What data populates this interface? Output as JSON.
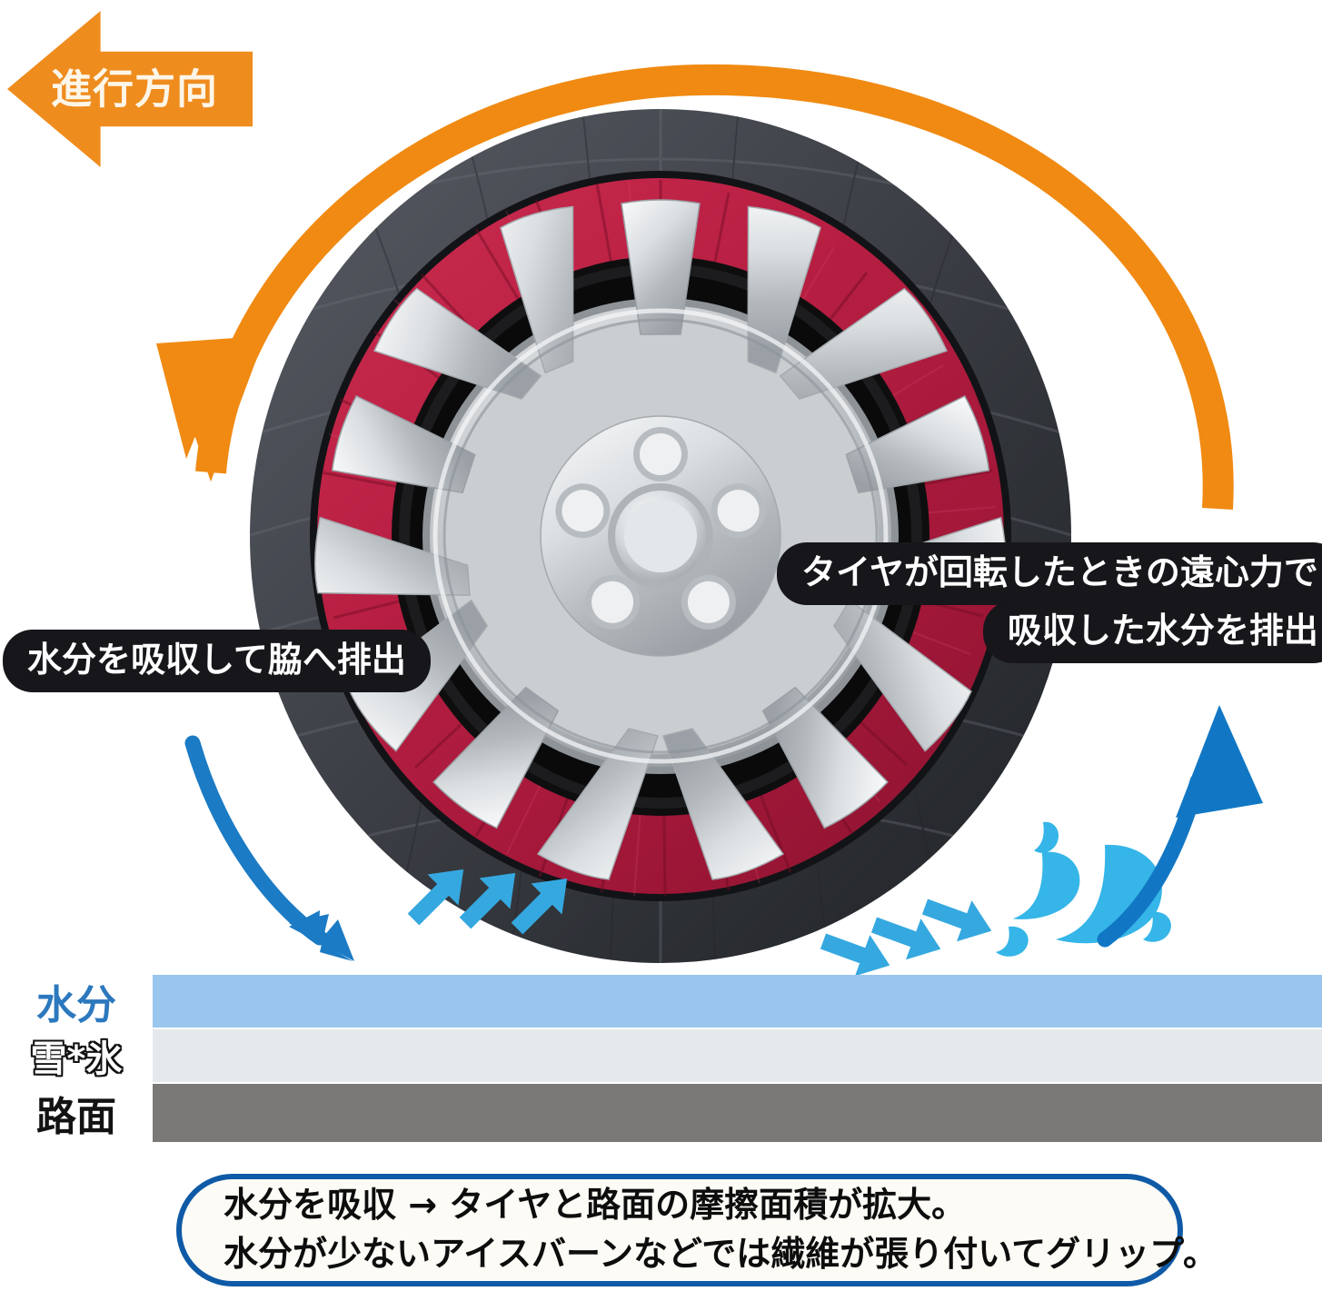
{
  "direction_arrow": {
    "label": "進行方向",
    "color": "#EF8C1E",
    "text_color": "#FDF6E8",
    "icon": "left-block-arrow-icon"
  },
  "rotation_arc": {
    "icon": "rotation-arc-arrow-icon",
    "color": "#F08A12",
    "meaning": "tire rotation direction"
  },
  "wheel": {
    "icon": "tire-with-fabric-snow-sock-icon",
    "sock_outer_color": "#4E5159",
    "sock_inner_color": "#B81F42",
    "tire_color": "#1A1A1A",
    "rim_color": "#BFC3C6",
    "spoke_count": 5,
    "lug_count": 5
  },
  "callouts": {
    "left": {
      "lines": [
        "水分を吸収して脇へ排出"
      ],
      "bg": "#17161a",
      "text_color": "#ffffff"
    },
    "right": {
      "lines": [
        "タイヤが回転したときの遠心力で",
        "吸収した水分を排出"
      ],
      "bg": "#17161a",
      "text_color": "#ffffff"
    }
  },
  "flow_arrows": {
    "left_big": {
      "icon": "curved-down-arrow-icon",
      "color": "#1B7BC4"
    },
    "left_small": {
      "icon": "up-right-arrow-icon",
      "color": "#35A8E0",
      "count": 3
    },
    "right_small": {
      "icon": "down-right-arrow-icon",
      "color": "#35A8E0",
      "count": 3
    },
    "right_big": {
      "icon": "curved-up-arrow-icon",
      "color": "#1177C4"
    },
    "droplets": {
      "icon": "water-droplet-icon",
      "color": "#35B5E8",
      "count": 5
    }
  },
  "layers": [
    {
      "name": "水分",
      "bar_color": "#9AC6EE",
      "label_color": "#2C78BE"
    },
    {
      "name": "雪*氷",
      "bar_color": "#E5E9EC",
      "label_color": "#ffffff"
    },
    {
      "name": "路面",
      "bar_color": "#7A7977",
      "label_color": "#121212"
    }
  ],
  "caption": {
    "lines": [
      "水分を吸収 → タイヤと路面の摩擦面積が拡大。",
      "水分が少ないアイスバーンなどでは繊維が張り付いてグリップ。"
    ],
    "border_color": "#0F5AA6",
    "bg_color": "#FCFBF6"
  }
}
